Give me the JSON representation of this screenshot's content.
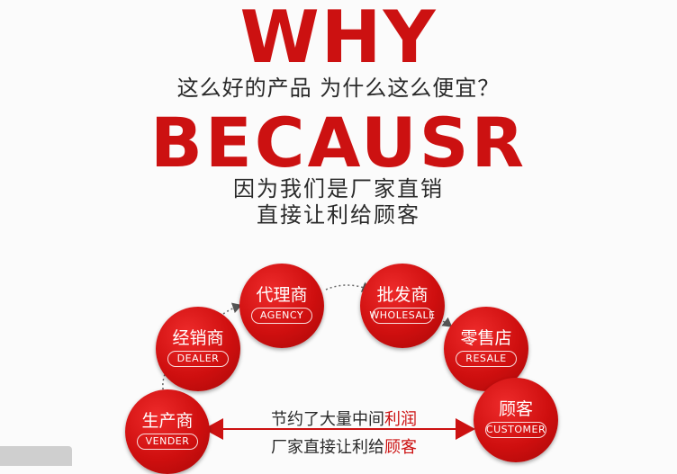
{
  "headline": {
    "why": "WHY",
    "question": "这么好的产品 为什么这么便宜？",
    "because": "BECAUSR",
    "answer_line1": "因为我们是厂家直销",
    "answer_line2": "直接让利给顾客"
  },
  "chain": {
    "nodes": [
      {
        "cn": "生产商",
        "en": "VENDER"
      },
      {
        "cn": "经销商",
        "en": "DEALER"
      },
      {
        "cn": "代理商",
        "en": "AGENCY"
      },
      {
        "cn": "批发商",
        "en": "WHOLESALE"
      },
      {
        "cn": "零售店",
        "en": "RESALE"
      },
      {
        "cn": "顾客",
        "en": "CUSTOMER"
      }
    ],
    "middle_line1": {
      "plain": "节约了大量中间",
      "highlight": "利润"
    },
    "middle_line2": {
      "plain": "厂家直接让利给",
      "highlight": "顾客"
    }
  },
  "colors": {
    "accent": "#cc1111",
    "text": "#2a2a2a"
  }
}
